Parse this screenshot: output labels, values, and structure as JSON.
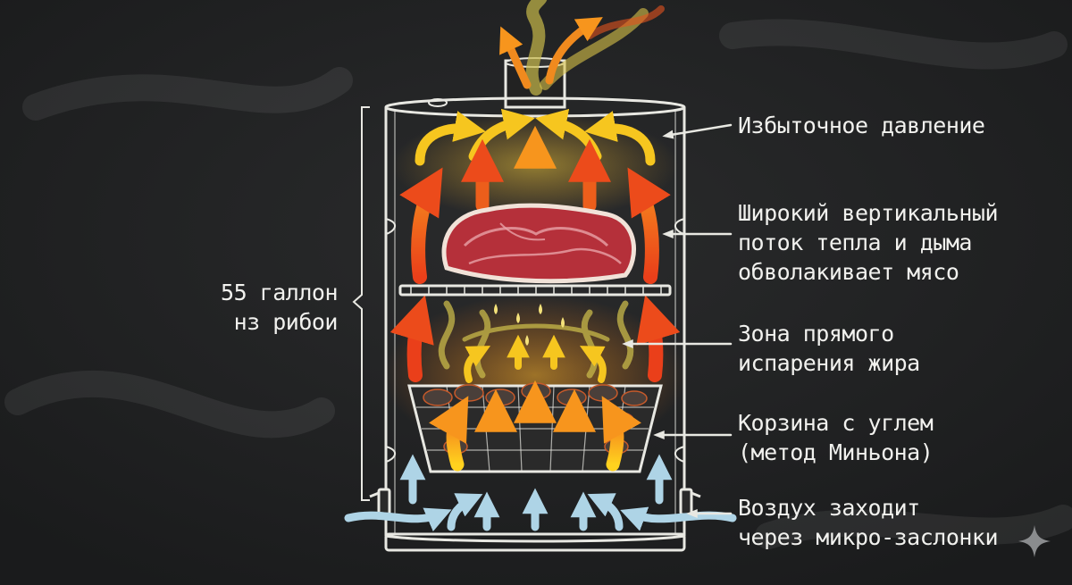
{
  "labels": {
    "barrel_size": [
      "55 галлон",
      "нз рибои"
    ],
    "overpressure": [
      "Избыточное давление"
    ],
    "heat_flow": [
      "Широкий вертикальный",
      "поток тепла и дыма",
      "обволакивает мясо"
    ],
    "fat_zone": [
      "Зона прямого",
      "испарения жира"
    ],
    "coal_basket": [
      "Корзина с углем",
      "(метод Миньона)"
    ],
    "air_intake": [
      "Воздух заходит",
      "через микро-заслонки"
    ]
  },
  "colors": {
    "background": "#1f2021",
    "chalk": "#e8e8e2",
    "hot_air": "#f08a1e",
    "very_hot": "#e2461a",
    "warm": "#f7c21a",
    "cool_air": "#aed4e6",
    "smoke": "#c8b94a",
    "meat": "#b5303a"
  },
  "icons": [
    "sparkle-icon"
  ]
}
